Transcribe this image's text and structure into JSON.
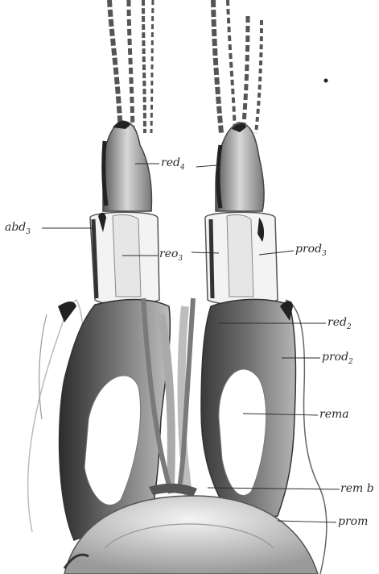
{
  "figure": {
    "labels": {
      "red4": {
        "text": "red",
        "sub": "4"
      },
      "abd3": {
        "text": "abd",
        "sub": "3"
      },
      "reo3": {
        "text": "reo",
        "sub": "3"
      },
      "prod3": {
        "text": "prod",
        "sub": "3"
      },
      "red2": {
        "text": "red",
        "sub": "2"
      },
      "prod2": {
        "text": "prod",
        "sub": "2"
      },
      "rema": {
        "text": "rema",
        "sub": ""
      },
      "remb": {
        "text": "rem b",
        "sub": ""
      },
      "prom": {
        "text": "prom",
        "sub": ""
      }
    },
    "colors": {
      "ink": "#2a2a2a",
      "shade_dark": "#3a3a3a",
      "shade_mid": "#8a8a8a",
      "shade_light": "#cfcfcf",
      "paper": "#ffffff"
    }
  }
}
